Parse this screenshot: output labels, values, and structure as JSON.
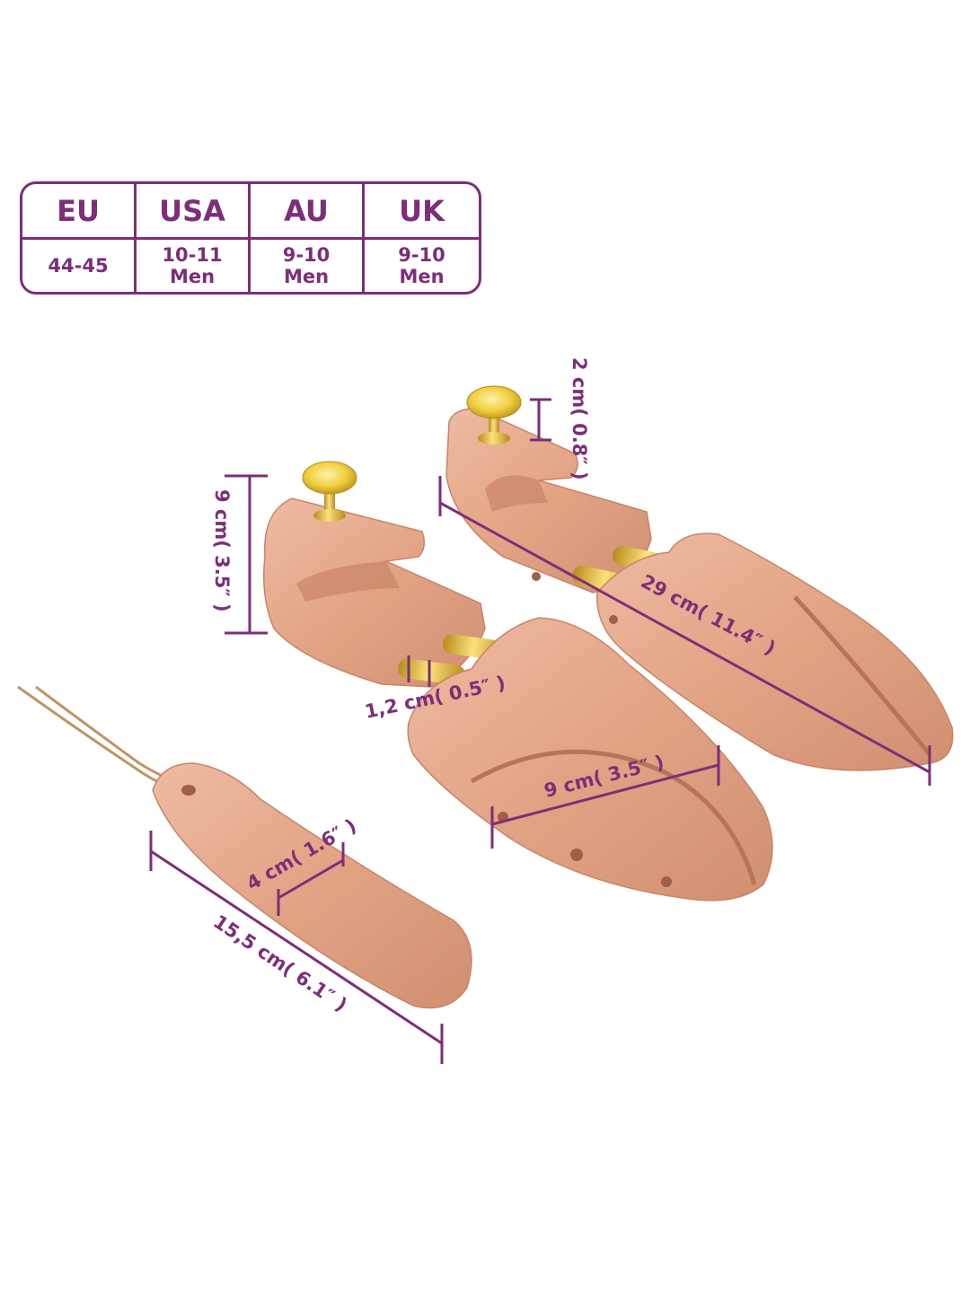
{
  "colors": {
    "accent": "#7d2e78",
    "wood": "#e4a98c",
    "brass": "#e8c43c"
  },
  "size_table": {
    "headers": [
      "EU",
      "USA",
      "AU",
      "UK"
    ],
    "values": [
      "44-45",
      "10-11\nMen",
      "9-10\nMen",
      "9-10\nMen"
    ]
  },
  "dimensions": {
    "knob_height": "2 cm( 0.8″ )",
    "heel_height": "9 cm( 3.5″ )",
    "rod_diameter": "1,2 cm( 0.5″ )",
    "total_length": "29 cm( 11.4″ )",
    "toe_width": "9 cm( 3.5″ )",
    "horn_width": "4 cm( 1.6″ )",
    "horn_length": "15,5 cm( 6.1″ )"
  },
  "icons": [
    "shoe-tree-left",
    "shoe-tree-right",
    "shoe-horn"
  ]
}
